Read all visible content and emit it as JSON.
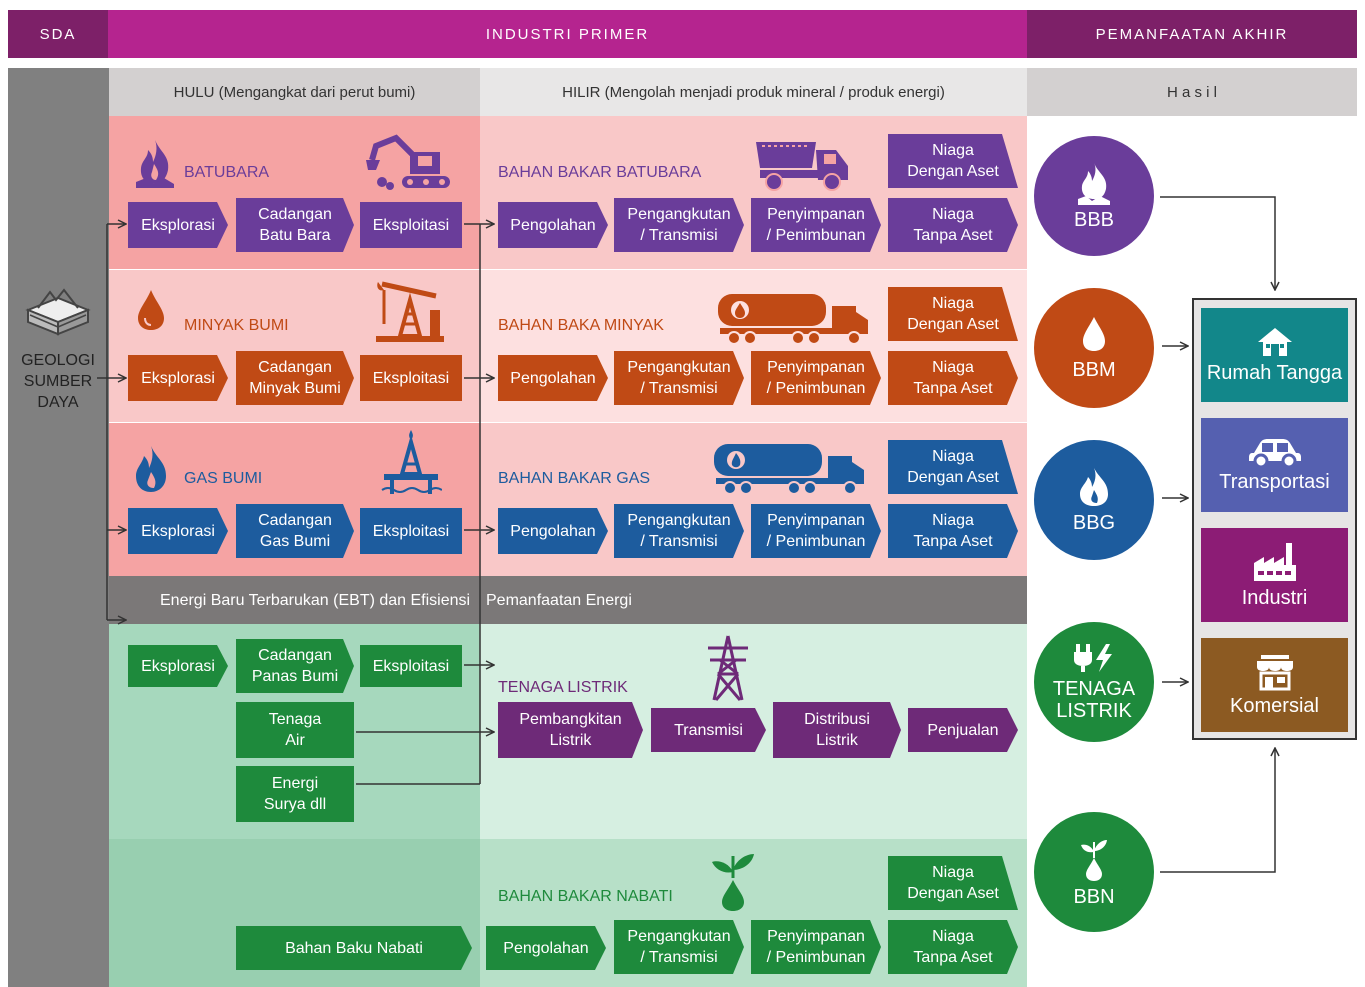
{
  "header": {
    "sda": "SDA",
    "industri": "INDUSTRI PRIMER",
    "akhir": "PEMANFAATAN AKHIR"
  },
  "subheader": {
    "hulu": "HULU (Mengangkat dari perut bumi)",
    "hilir": "HILIR (Mengolah menjadi produk mineral / produk energi)",
    "hasil": "H a s i l"
  },
  "source": {
    "label": "GEOLOGI\nSUMBER\nDAYA"
  },
  "rows": [
    {
      "key": "batubara",
      "title": "BATUBARA",
      "hilir_title": "BAHAN BAKAR BATUBARA",
      "color": "#6a3d9a",
      "hulu": [
        "Eksplorasi",
        "Cadangan\nBatu Bara",
        "Eksploitasi"
      ],
      "hilir": [
        "Pengolahan",
        "Pengangkutan\n/ Transmisi",
        "Penyimpanan\n/ Penimbunan"
      ],
      "niaga": [
        "Niaga\nDengan Aset",
        "Niaga\nTanpa Aset"
      ]
    },
    {
      "key": "minyak",
      "title": "MINYAK BUMI",
      "hilir_title": "BAHAN BAKA MINYAK",
      "color": "#c04a15",
      "hulu": [
        "Eksplorasi",
        "Cadangan\nMinyak Bumi",
        "Eksploitasi"
      ],
      "hilir": [
        "Pengolahan",
        "Pengangkutan\n/ Transmisi",
        "Penyimpanan\n/ Penimbunan"
      ],
      "niaga": [
        "Niaga\nDengan Aset",
        "Niaga\nTanpa Aset"
      ]
    },
    {
      "key": "gas",
      "title": "GAS BUMI",
      "hilir_title": "BAHAN BAKAR GAS",
      "color": "#1d5c9e",
      "hulu": [
        "Eksplorasi",
        "Cadangan\nGas Bumi",
        "Eksploitasi"
      ],
      "hilir": [
        "Pengolahan",
        "Pengangkutan\n/ Transmisi",
        "Penyimpanan\n/ Penimbunan"
      ],
      "niaga": [
        "Niaga\nDengan Aset",
        "Niaga\nTanpa Aset"
      ]
    }
  ],
  "ebt": {
    "bar_left": "Energi Baru Terbarukan (EBT) dan Efisiensi",
    "bar_right": "Pemanfaatan Energi",
    "hulu": [
      "Eksplorasi",
      "Cadangan\nPanas Bumi",
      "Eksploitasi"
    ],
    "tenaga_air": "Tenaga\nAir",
    "energi_surya": "Energi\nSurya dll",
    "listrik_title": "TENAGA LISTRIK",
    "listrik_chain": [
      "Pembangkitan\nListrik",
      "Transmisi",
      "Distribusi\nListrik",
      "Penjualan"
    ]
  },
  "nabati": {
    "title": "BAHAN BAKAR NABATI",
    "bahan_baku": "Bahan Baku Nabati",
    "chain": [
      "Pengolahan",
      "Pengangkutan\n/ Transmisi",
      "Penyimpanan\n/ Penimbunan"
    ],
    "niaga": [
      "Niaga\nDengan Aset",
      "Niaga\nTanpa Aset"
    ]
  },
  "products": [
    {
      "label": "BBB",
      "color": "#6a3d9a",
      "icon": "flame-coal-icon"
    },
    {
      "label": "BBM",
      "color": "#c04a15",
      "icon": "oil-drop-icon"
    },
    {
      "label": "BBG",
      "color": "#1d5c9e",
      "icon": "gas-flame-icon"
    },
    {
      "label": "TENAGA\nLISTRIK",
      "color": "#1e8a3c",
      "icon": "plug-bolt-icon"
    },
    {
      "label": "BBN",
      "color": "#1e8a3c",
      "icon": "plant-drop-icon"
    }
  ],
  "consumers": [
    {
      "label": "Rumah Tangga",
      "color": "#12878a",
      "icon": "house-icon"
    },
    {
      "label": "Transportasi",
      "color": "#5560b0",
      "icon": "car-icon"
    },
    {
      "label": "Industri",
      "color": "#8c1c75",
      "icon": "factory-icon"
    },
    {
      "label": "Komersial",
      "color": "#8c5a22",
      "icon": "shop-icon"
    }
  ],
  "colors": {
    "magenta": "#b5248f",
    "dark_purple": "#7d2068",
    "gray": "#808080",
    "pink_row": "#f5a3a3",
    "pink_light": "#f9cfcf",
    "green_row": "#9ed3b5",
    "green_light": "#d6efe1",
    "ebt_purple": "#6e2a78",
    "nabati_green": "#1e8a3c"
  }
}
